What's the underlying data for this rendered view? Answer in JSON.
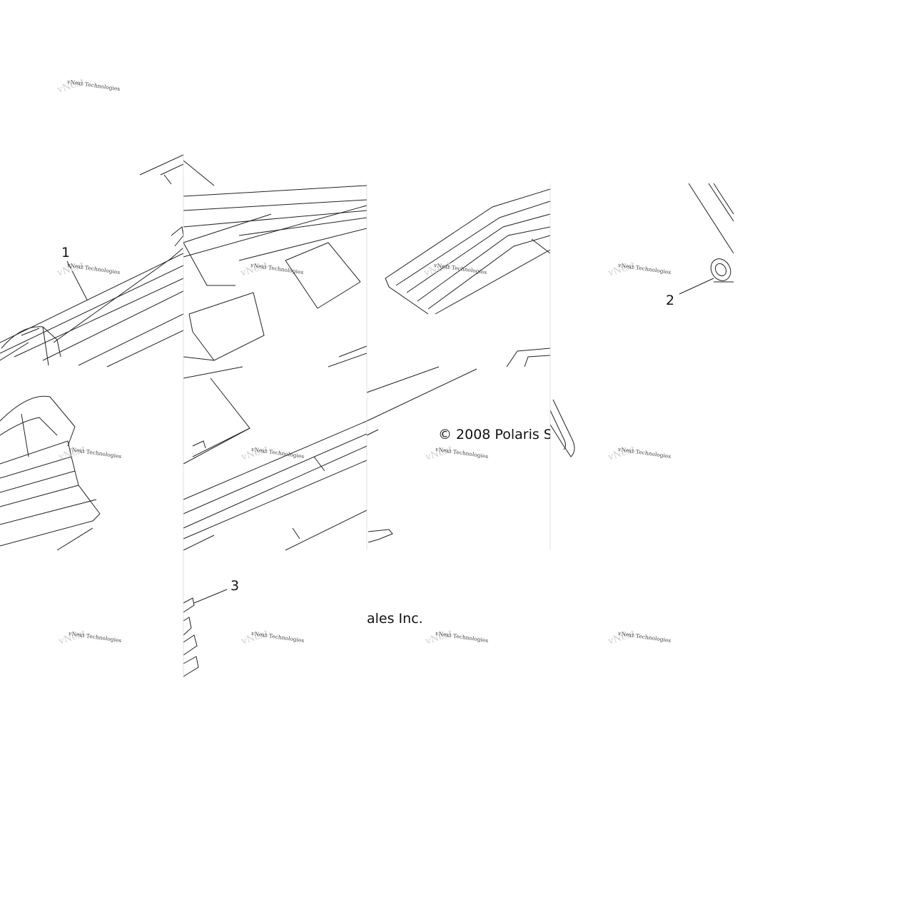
{
  "diagram": {
    "callouts": [
      "1",
      "2",
      "3"
    ],
    "copyright": {
      "part_a": "© 2008 Polaris S",
      "part_b": "ales Inc."
    },
    "watermark": {
      "line1": "vNext Technologies",
      "line2": "vNext"
    }
  }
}
